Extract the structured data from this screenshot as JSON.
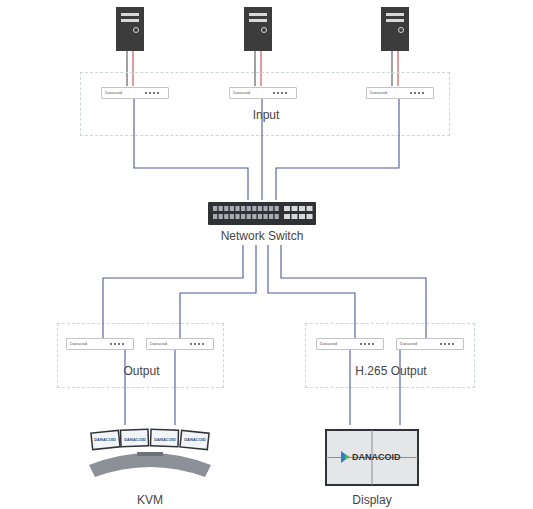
{
  "diagram": {
    "nodes": [
      {
        "text": [
          "Input"
        ]
      },
      {
        "text": [
          "Danacoid"
        ],
        "in": 0
      },
      {
        "text": [
          "Danacoid"
        ],
        "in": 0
      },
      {
        "text": [
          "Danacoid"
        ],
        "in": 0
      },
      {
        "text": [
          "Network Switch"
        ]
      },
      {
        "text": [
          "Output"
        ]
      },
      {
        "text": [
          "Danacoid"
        ],
        "in": 5
      },
      {
        "text": [
          "Danacoid"
        ],
        "in": 5
      },
      {
        "text": [
          "H.265 Output"
        ]
      },
      {
        "text": [
          "Danacoid"
        ],
        "in": 8
      },
      {
        "text": [
          "Danacoid"
        ],
        "in": 8
      },
      {
        "text": [
          "DANACOID",
          "DANACOID",
          "DANACOID",
          "DANACOID",
          "KVM"
        ]
      },
      {
        "text": [
          "DANACOID",
          "Display"
        ]
      }
    ],
    "edges": [
      {
        "from": 1,
        "to": 4,
        "arrow": "none"
      },
      {
        "from": 2,
        "to": 4,
        "arrow": "none"
      },
      {
        "from": 3,
        "to": 4,
        "arrow": "none"
      },
      {
        "from": 4,
        "to": 6,
        "arrow": "none"
      },
      {
        "from": 4,
        "to": 7,
        "arrow": "none"
      },
      {
        "from": 4,
        "to": 9,
        "arrow": "none"
      },
      {
        "from": 4,
        "to": 10,
        "arrow": "none"
      },
      {
        "from": 6,
        "to": 11,
        "arrow": "none"
      },
      {
        "from": 7,
        "to": 11,
        "arrow": "none"
      },
      {
        "from": 9,
        "to": 12,
        "arrow": "none"
      },
      {
        "from": 10,
        "to": 12,
        "arrow": "none"
      }
    ]
  }
}
